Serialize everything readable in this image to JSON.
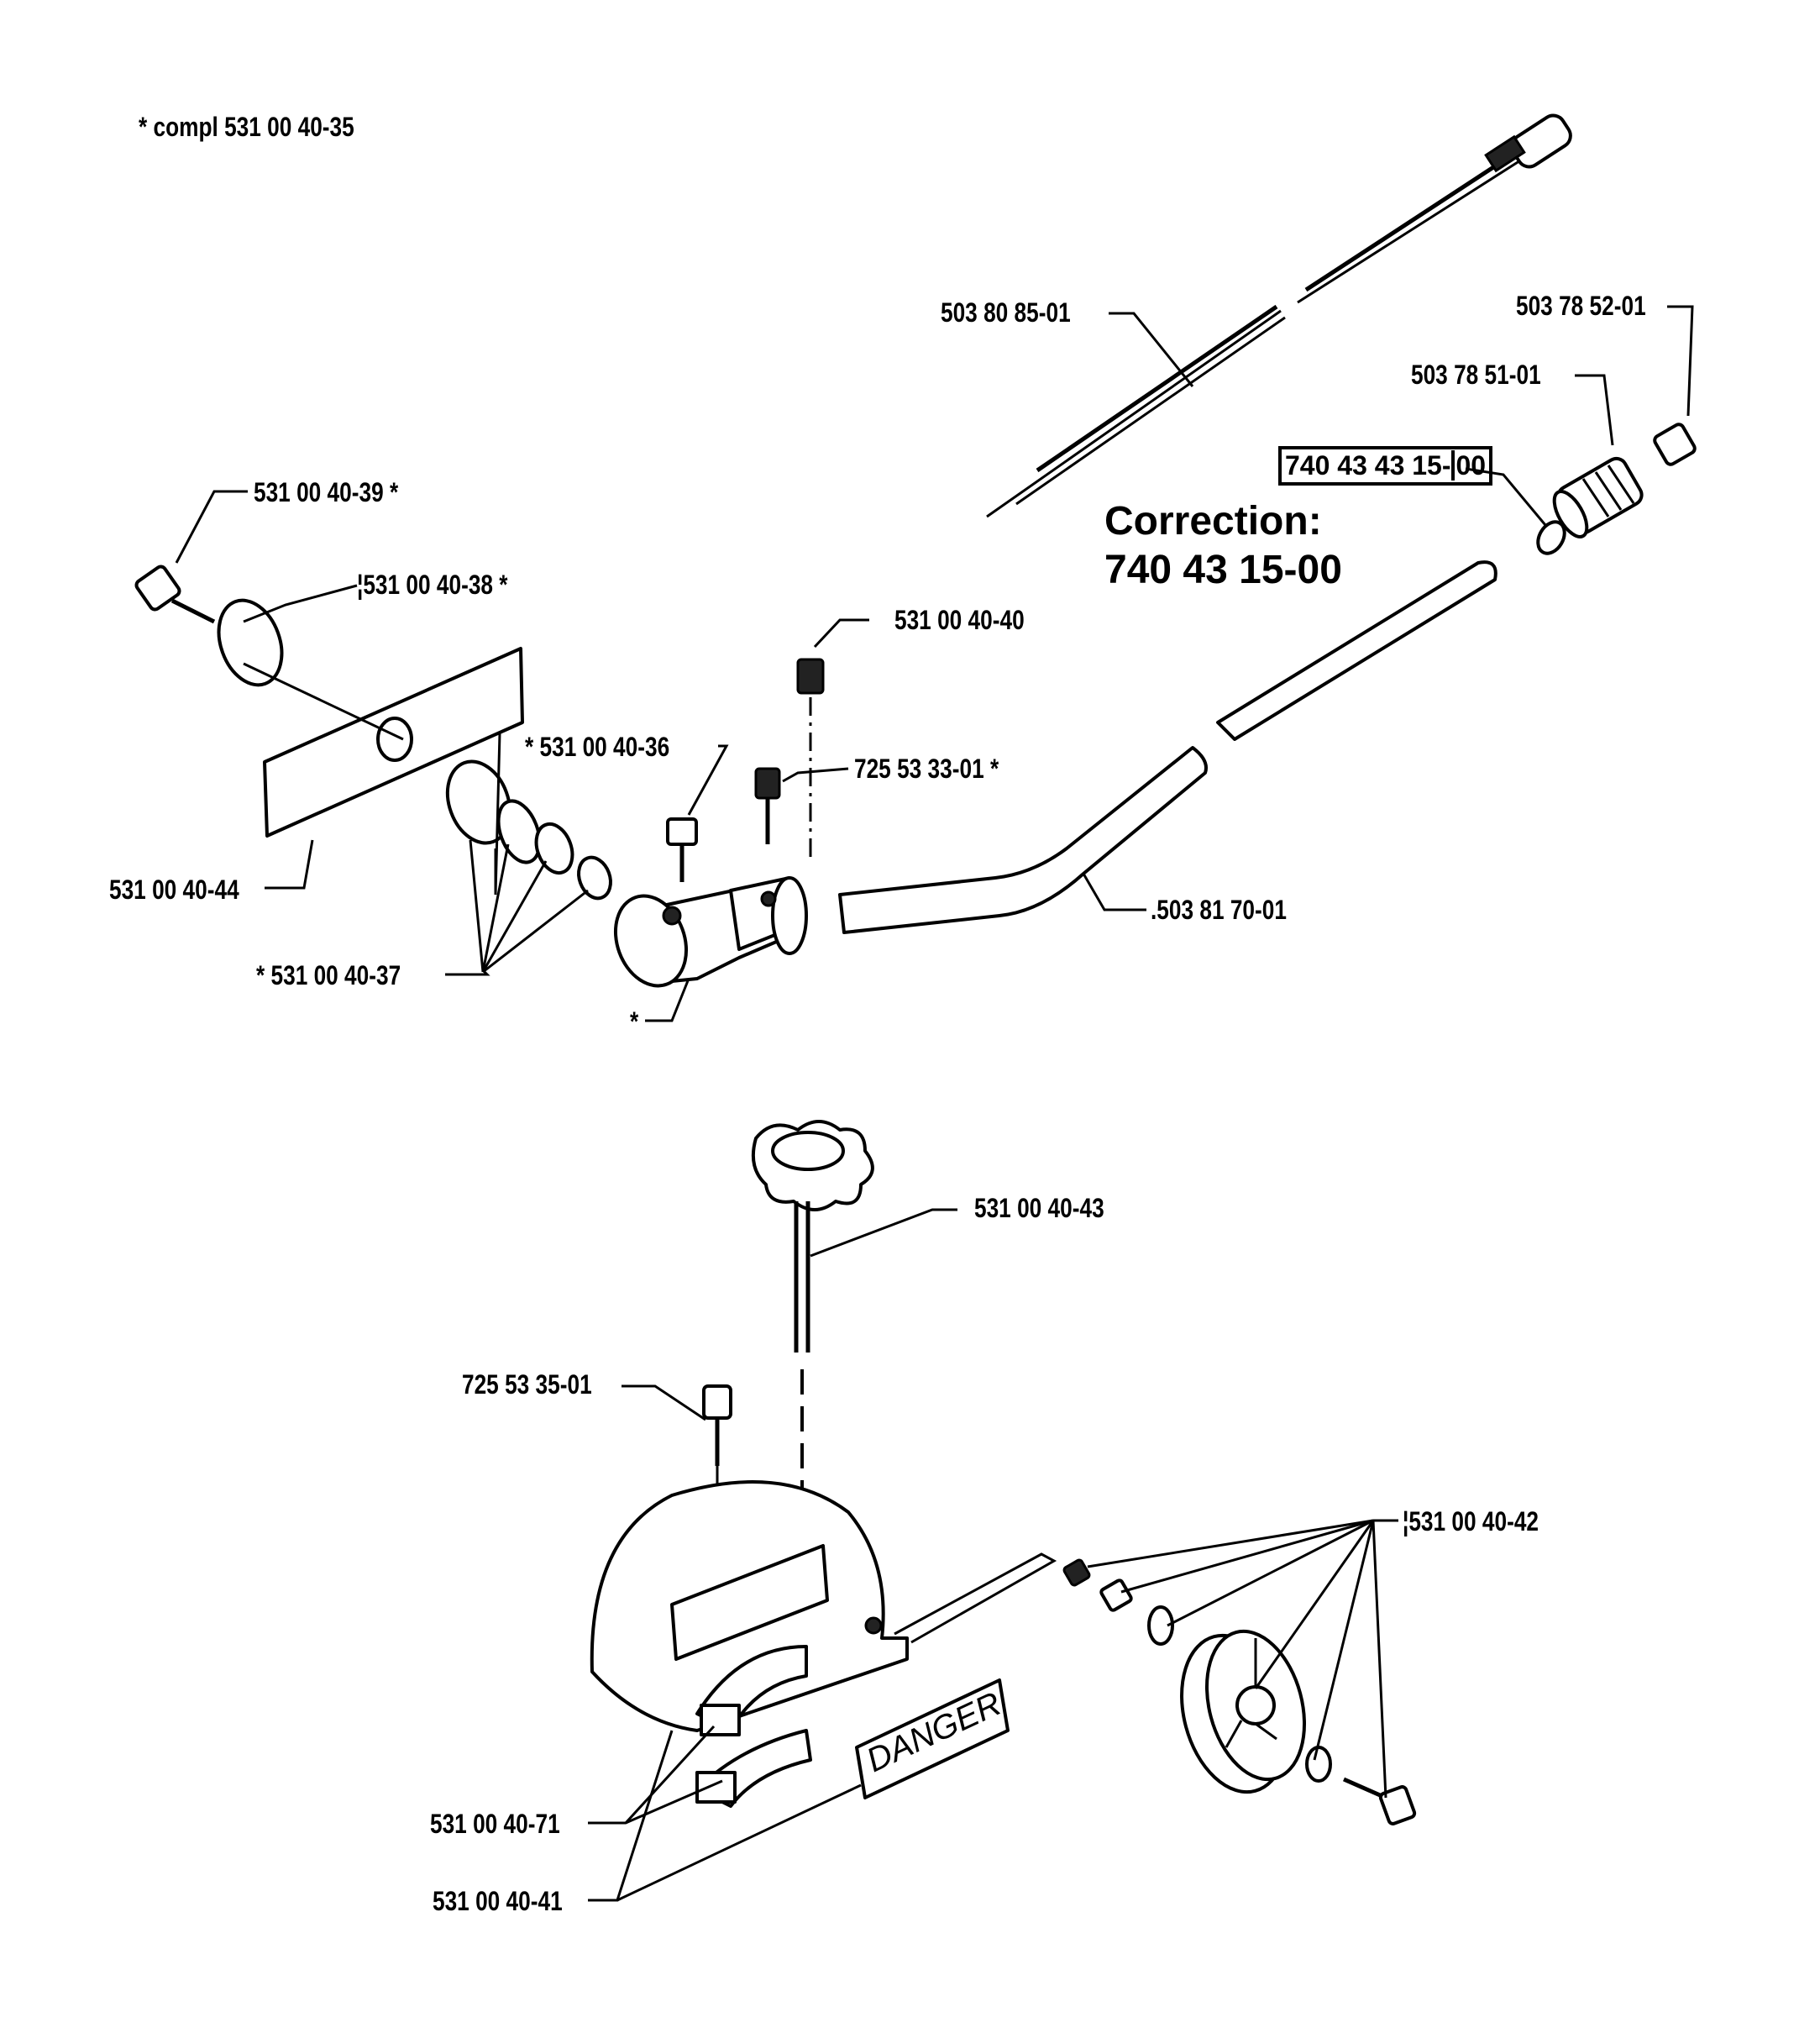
{
  "header_note": "* compl 531 00 40-35",
  "correction": {
    "title": "Correction:",
    "value": "740 43 15-00",
    "boxed_main": "740 43 43 15-",
    "boxed_tail": "00"
  },
  "labels": {
    "p_503808501": "503 80 85-01",
    "p_503785201": "503 78 52-01",
    "p_503785101": "503 78 51-01",
    "p_531004039": "531 00 40-39 *",
    "p_531004038": "¦531 00 40-38 *",
    "p_531004040": "531 00 40-40",
    "p_531004036": "* 531 00 40-36",
    "p_725533301": "725 53 33-01 *",
    "p_531004044": "531 00 40-44",
    "p_503817001": ".503 81 70-01",
    "p_531004037": "* 531 00 40-37",
    "p_star": "*",
    "p_531004043": "531 00 40-43",
    "p_725533501": "725 53 35-01",
    "p_531004042": "¦531 00 40-42",
    "p_531004071": "531 00 40-71",
    "p_531004041": "531 00 40-41"
  },
  "decal_text": "DANGER"
}
